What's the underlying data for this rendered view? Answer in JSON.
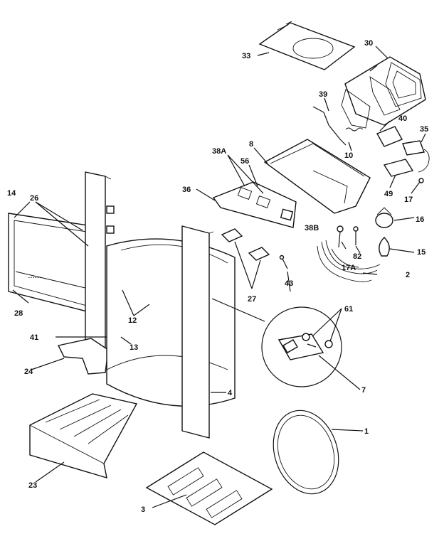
{
  "labels": {
    "1": "1",
    "2": "2",
    "3": "3",
    "4": "4",
    "7": "7",
    "8": "8",
    "10": "10",
    "12": "12",
    "13": "13",
    "14": "14",
    "15": "15",
    "16": "16",
    "17": "17",
    "17A": "17A",
    "23": "23",
    "24": "24",
    "26": "26",
    "27": "27",
    "28": "28",
    "30": "30",
    "33": "33",
    "35": "35",
    "36": "36",
    "38A": "38A",
    "38B": "38B",
    "39": "39",
    "40": "40",
    "41": "41",
    "43": "43",
    "49": "49",
    "56": "56",
    "61": "61",
    "82": "82"
  }
}
